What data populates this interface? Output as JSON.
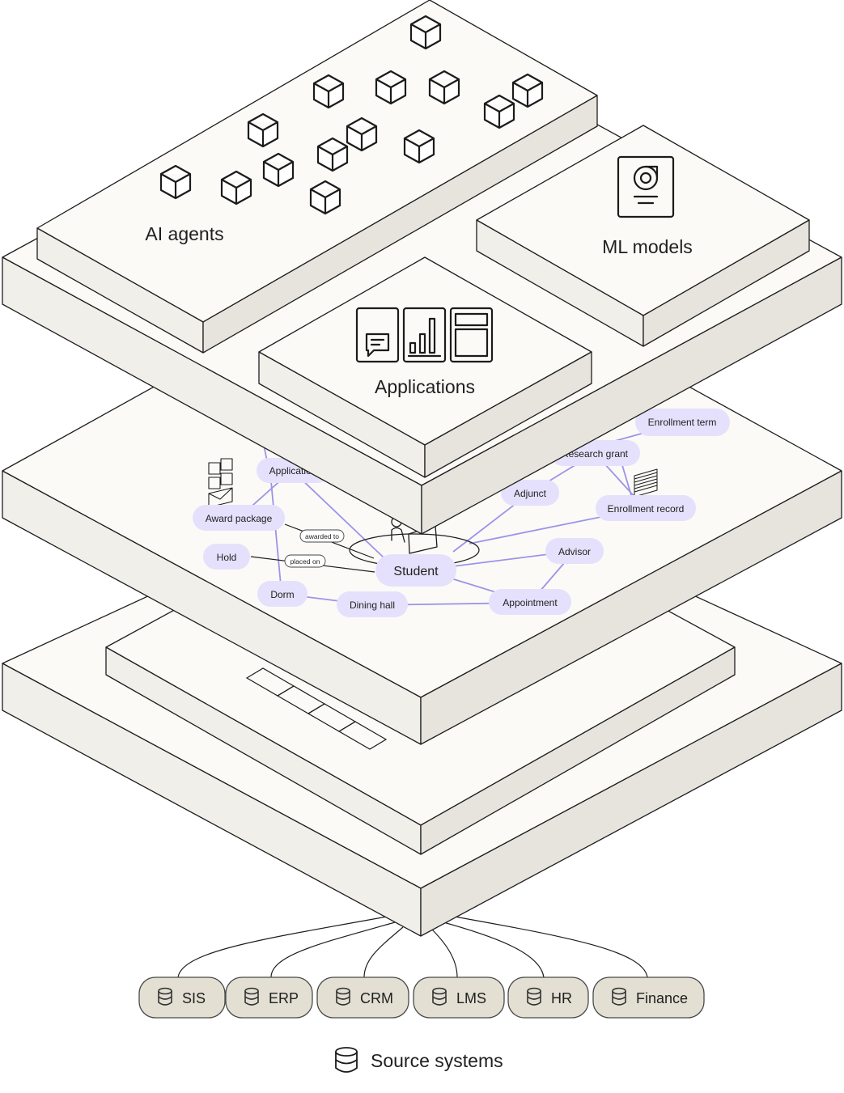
{
  "layers": {
    "agents_label": "AI agents",
    "ml_label": "ML models",
    "apps_label": "Applications"
  },
  "graph": {
    "center": "Student",
    "nodes": {
      "application": "Application",
      "award_package": "Award package",
      "hold": "Hold",
      "dorm": "Dorm",
      "dining_hall": "Dining hall",
      "appointment": "Appointment",
      "advisor": "Advisor",
      "enrollment_record": "Enrollment record",
      "adjunct": "Adjunct",
      "research_grant": "Research grant",
      "enrollment_term": "Enrollment term"
    },
    "edge_labels": {
      "awarded_to": "awarded to",
      "placed_on": "placed on"
    }
  },
  "sources": {
    "title": "Source systems",
    "items": [
      "SIS",
      "ERP",
      "CRM",
      "LMS",
      "HR",
      "Finance"
    ]
  },
  "colors": {
    "node_fill": "#e5e1fc",
    "edge": "#9c94e8",
    "pill_fill": "#e3dfd3"
  }
}
